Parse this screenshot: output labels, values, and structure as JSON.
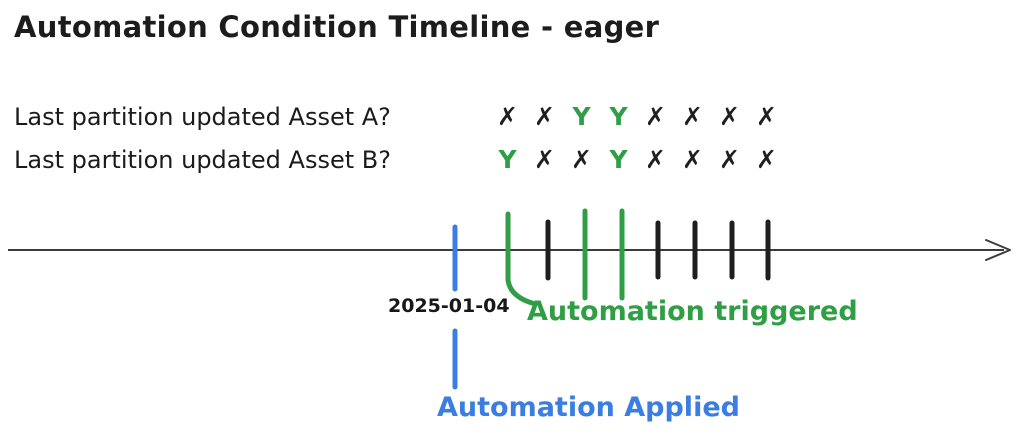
{
  "title": "Automation Condition Timeline - eager",
  "rows": [
    {
      "label": "Last partition updated Asset A?",
      "marks": [
        "✗",
        "✗",
        "Y",
        "Y",
        "✗",
        "✗",
        "✗",
        "✗"
      ]
    },
    {
      "label": "Last partition updated Asset B?",
      "marks": [
        "Y",
        "✗",
        "✗",
        "Y",
        "✗",
        "✗",
        "✗",
        "✗"
      ]
    }
  ],
  "timeline": {
    "date_label": "2025-01-04",
    "triggered_label": "Automation triggered",
    "applied_label": "Automation Applied"
  },
  "icons": {
    "arrowhead": "right-arrowhead-icon"
  },
  "colors": {
    "green": "#2f9e44",
    "blue": "#3b7de0",
    "ink": "#1f1f1f",
    "axis": "#3c3c3c"
  }
}
